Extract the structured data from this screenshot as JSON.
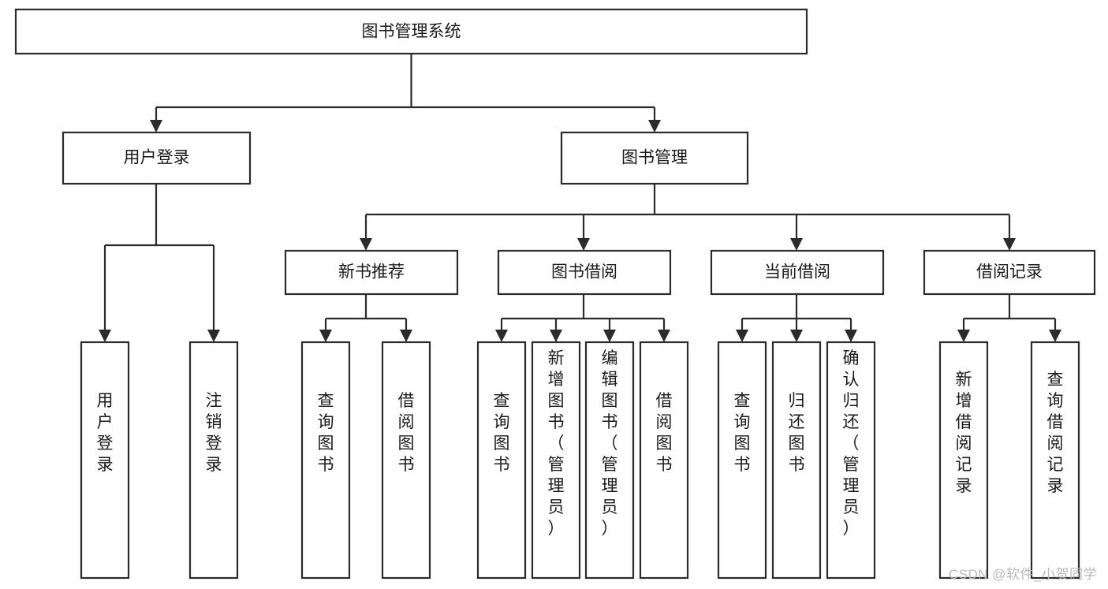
{
  "diagram": {
    "type": "tree",
    "title": "图书管理系统",
    "watermark": "CSDN @软件_小贺同学",
    "colors": {
      "box_fill": "#ffffff",
      "box_stroke": "#2b2b2b",
      "text": "#1a1a1a",
      "connector": "#2b2b2b",
      "watermark": "#b9b9b9",
      "background": "#ffffff"
    },
    "levels": [
      {
        "level": 1,
        "orientation": "horizontal",
        "nodes": [
          {
            "id": "root",
            "label": "图书管理系统"
          }
        ]
      },
      {
        "level": 2,
        "orientation": "horizontal",
        "nodes": [
          {
            "id": "user-login",
            "label": "用户登录",
            "parent": "root"
          },
          {
            "id": "book-manage",
            "label": "图书管理",
            "parent": "root"
          }
        ]
      },
      {
        "level": 3,
        "orientation": "horizontal",
        "nodes": [
          {
            "id": "new-book-rec",
            "label": "新书推荐",
            "parent": "book-manage"
          },
          {
            "id": "book-borrow",
            "label": "图书借阅",
            "parent": "book-manage"
          },
          {
            "id": "current-borrow",
            "label": "当前借阅",
            "parent": "book-manage"
          },
          {
            "id": "borrow-record",
            "label": "借阅记录",
            "parent": "book-manage"
          }
        ]
      },
      {
        "level": 4,
        "orientation": "vertical",
        "nodes": [
          {
            "id": "leaf-user-login",
            "label": "用户登录",
            "parent": "user-login"
          },
          {
            "id": "leaf-user-logout",
            "label": "注销登录",
            "parent": "user-login"
          },
          {
            "id": "leaf-query-book-1",
            "label": "查询图书",
            "parent": "new-book-rec"
          },
          {
            "id": "leaf-borrow-book-1",
            "label": "借阅图书",
            "parent": "new-book-rec"
          },
          {
            "id": "leaf-query-book-2",
            "label": "查询图书",
            "parent": "book-borrow"
          },
          {
            "id": "leaf-add-book",
            "label": "新增图书（管理员）",
            "parent": "book-borrow"
          },
          {
            "id": "leaf-edit-book",
            "label": "编辑图书（管理员）",
            "parent": "book-borrow"
          },
          {
            "id": "leaf-borrow-book-2",
            "label": "借阅图书",
            "parent": "book-borrow"
          },
          {
            "id": "leaf-query-book-3",
            "label": "查询图书",
            "parent": "current-borrow"
          },
          {
            "id": "leaf-return-book",
            "label": "归还图书",
            "parent": "current-borrow"
          },
          {
            "id": "leaf-confirm-return",
            "label": "确认归还（管理员）",
            "parent": "current-borrow"
          },
          {
            "id": "leaf-add-record",
            "label": "新增借阅记录",
            "parent": "borrow-record"
          },
          {
            "id": "leaf-query-record",
            "label": "查询借阅记录",
            "parent": "borrow-record"
          }
        ]
      }
    ]
  }
}
